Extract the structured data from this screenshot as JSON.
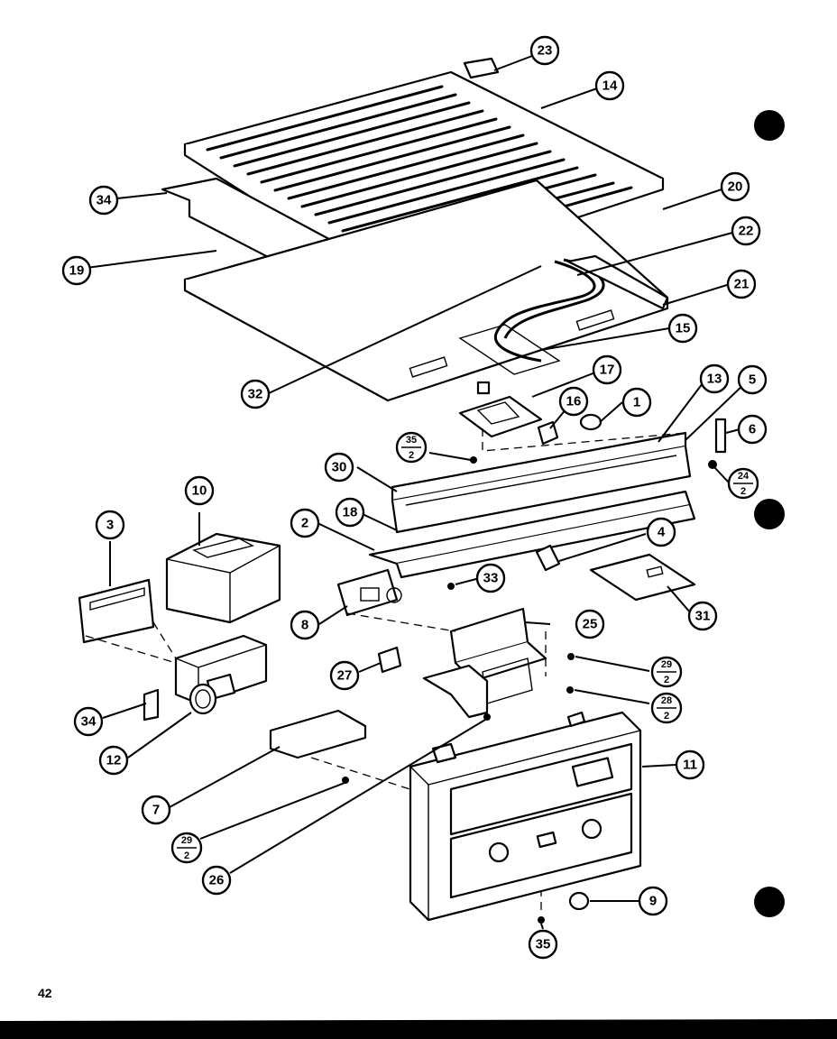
{
  "page_number": "42",
  "callouts": [
    {
      "id": "c23",
      "label": "23"
    },
    {
      "id": "c14",
      "label": "14"
    },
    {
      "id": "c34a",
      "label": "34"
    },
    {
      "id": "c20",
      "label": "20"
    },
    {
      "id": "c22",
      "label": "22"
    },
    {
      "id": "c19",
      "label": "19"
    },
    {
      "id": "c21",
      "label": "21"
    },
    {
      "id": "c15",
      "label": "15"
    },
    {
      "id": "c32",
      "label": "32"
    },
    {
      "id": "c17",
      "label": "17"
    },
    {
      "id": "c13",
      "label": "13"
    },
    {
      "id": "c5",
      "label": "5"
    },
    {
      "id": "c16",
      "label": "16"
    },
    {
      "id": "c1",
      "label": "1"
    },
    {
      "id": "c6",
      "label": "6"
    },
    {
      "id": "c30",
      "label": "30"
    },
    {
      "id": "c18",
      "label": "18"
    },
    {
      "id": "c10",
      "label": "10"
    },
    {
      "id": "c3",
      "label": "3"
    },
    {
      "id": "c2",
      "label": "2"
    },
    {
      "id": "c4",
      "label": "4"
    },
    {
      "id": "c33",
      "label": "33"
    },
    {
      "id": "c8",
      "label": "8"
    },
    {
      "id": "c31",
      "label": "31"
    },
    {
      "id": "c25",
      "label": "25"
    },
    {
      "id": "c27",
      "label": "27"
    },
    {
      "id": "c34b",
      "label": "34"
    },
    {
      "id": "c12",
      "label": "12"
    },
    {
      "id": "c11",
      "label": "11"
    },
    {
      "id": "c7",
      "label": "7"
    },
    {
      "id": "c26",
      "label": "26"
    },
    {
      "id": "c9",
      "label": "9"
    },
    {
      "id": "c35",
      "label": "35"
    }
  ],
  "fraction_callouts": [
    {
      "id": "f35",
      "top": "35",
      "bottom": "2"
    },
    {
      "id": "f24",
      "top": "24",
      "bottom": "2"
    },
    {
      "id": "f29a",
      "top": "29",
      "bottom": "2"
    },
    {
      "id": "f28",
      "top": "28",
      "bottom": "2"
    },
    {
      "id": "f29b",
      "top": "29",
      "bottom": "2"
    }
  ]
}
